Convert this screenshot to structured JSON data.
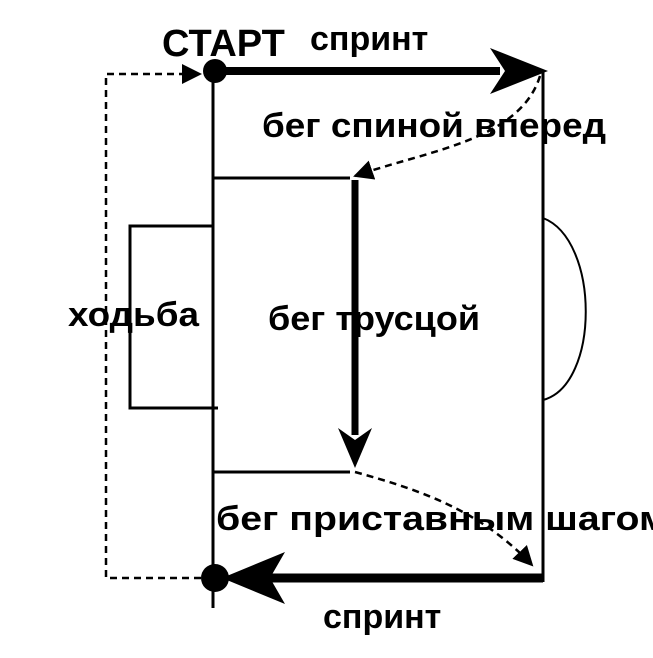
{
  "labels": {
    "start": "СТАРТ",
    "sprint_top": "спринт",
    "backward_run": "бег спиной вперед",
    "walking": "ходьба",
    "jogging": "бег трусцой",
    "side_step_run": "бег приставным шагом",
    "sprint_bottom": "спринт"
  },
  "colors": {
    "line": "#000000",
    "background": "#ffffff"
  }
}
